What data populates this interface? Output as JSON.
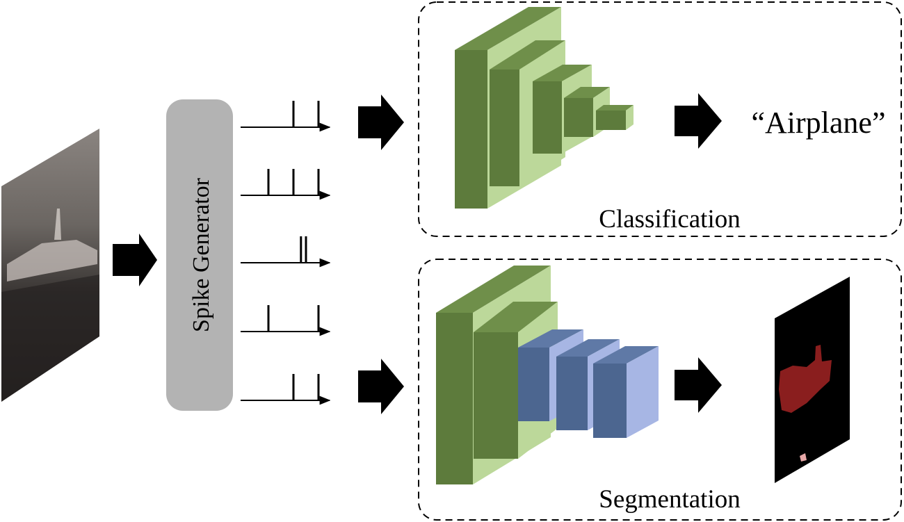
{
  "generator": {
    "label": "Spike Generator"
  },
  "classification": {
    "label": "Classification",
    "output_label": "“Airplane”"
  },
  "segmentation": {
    "label": "Segmentation"
  },
  "spike_trains": [
    {
      "spikes": [
        2,
        3
      ]
    },
    {
      "spikes": [
        1,
        2,
        3
      ]
    },
    {
      "spikes": [
        2.3,
        2.5
      ]
    },
    {
      "spikes": [
        1,
        3
      ]
    },
    {
      "spikes": [
        2,
        3
      ]
    }
  ],
  "colors": {
    "block_green_front": "#5d7b3c",
    "block_green_side": "#bcd89a",
    "block_green_top": "#6f8f4a",
    "block_blue_front": "#4c6690",
    "block_blue_side": "#a7b6e4",
    "block_blue_top": "#5f79a6",
    "mask_object": "#8a1e1e",
    "generator_fill": "#b3b3b3"
  }
}
